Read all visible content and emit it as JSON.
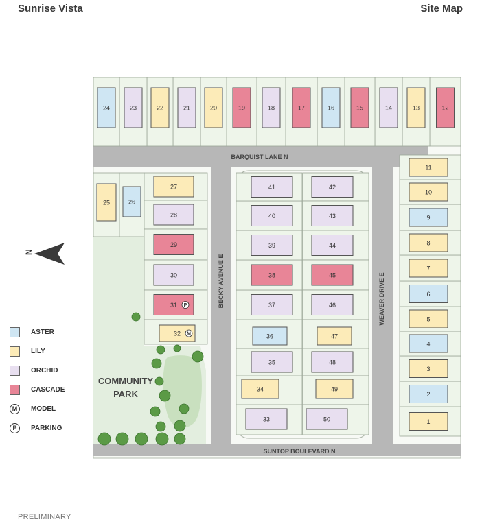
{
  "header": {
    "community": "Sunrise Vista",
    "title": "Site Map"
  },
  "footer": {
    "note": "PRELIMINARY"
  },
  "compass": {
    "letter": "N"
  },
  "streets": {
    "barquist": "BARQUIST LANE N",
    "becky": "BECKY AVENUE E",
    "weaver": "WEAVER DRIVE E",
    "suntop": "SUNTOP BOULEVARD N"
  },
  "park": {
    "line1": "COMMUNITY",
    "line2": "PARK"
  },
  "colors": {
    "aster": "#cfe6f3",
    "lily": "#fcebb8",
    "orchid": "#e8dff0",
    "cascade": "#e88597",
    "lot": "#eef5ea",
    "lot_border": "#9aa596",
    "road": "#b7b7b7",
    "park": "#d9e9d4",
    "tree": "#5b9a46"
  },
  "legend": [
    {
      "key": "aster",
      "label": "ASTER",
      "symbol": ""
    },
    {
      "key": "lily",
      "label": "LILY",
      "symbol": ""
    },
    {
      "key": "orchid",
      "label": "ORCHID",
      "symbol": ""
    },
    {
      "key": "cascade",
      "label": "CASCADE",
      "symbol": ""
    },
    {
      "key": "model",
      "label": "MODEL",
      "symbol": "M"
    },
    {
      "key": "parking",
      "label": "PARKING",
      "symbol": "P"
    }
  ],
  "lots": [
    {
      "n": "1",
      "plan": "lily"
    },
    {
      "n": "2",
      "plan": "aster"
    },
    {
      "n": "3",
      "plan": "lily"
    },
    {
      "n": "4",
      "plan": "aster"
    },
    {
      "n": "5",
      "plan": "lily"
    },
    {
      "n": "6",
      "plan": "aster"
    },
    {
      "n": "7",
      "plan": "lily"
    },
    {
      "n": "8",
      "plan": "lily"
    },
    {
      "n": "9",
      "plan": "aster"
    },
    {
      "n": "10",
      "plan": "lily"
    },
    {
      "n": "11",
      "plan": "lily"
    },
    {
      "n": "12",
      "plan": "cascade"
    },
    {
      "n": "13",
      "plan": "lily"
    },
    {
      "n": "14",
      "plan": "orchid"
    },
    {
      "n": "15",
      "plan": "cascade"
    },
    {
      "n": "16",
      "plan": "aster"
    },
    {
      "n": "17",
      "plan": "cascade"
    },
    {
      "n": "18",
      "plan": "orchid"
    },
    {
      "n": "19",
      "plan": "cascade"
    },
    {
      "n": "20",
      "plan": "lily"
    },
    {
      "n": "21",
      "plan": "orchid"
    },
    {
      "n": "22",
      "plan": "lily"
    },
    {
      "n": "23",
      "plan": "orchid"
    },
    {
      "n": "24",
      "plan": "aster"
    },
    {
      "n": "25",
      "plan": "lily"
    },
    {
      "n": "26",
      "plan": "aster"
    },
    {
      "n": "27",
      "plan": "lily"
    },
    {
      "n": "28",
      "plan": "orchid"
    },
    {
      "n": "29",
      "plan": "cascade"
    },
    {
      "n": "30",
      "plan": "orchid"
    },
    {
      "n": "31",
      "plan": "cascade",
      "badge": "P"
    },
    {
      "n": "32",
      "plan": "lily",
      "badge": "M"
    },
    {
      "n": "33",
      "plan": "orchid"
    },
    {
      "n": "34",
      "plan": "lily"
    },
    {
      "n": "35",
      "plan": "orchid"
    },
    {
      "n": "36",
      "plan": "aster"
    },
    {
      "n": "37",
      "plan": "orchid"
    },
    {
      "n": "38",
      "plan": "cascade"
    },
    {
      "n": "39",
      "plan": "orchid"
    },
    {
      "n": "40",
      "plan": "orchid"
    },
    {
      "n": "41",
      "plan": "orchid"
    },
    {
      "n": "42",
      "plan": "orchid"
    },
    {
      "n": "43",
      "plan": "orchid"
    },
    {
      "n": "44",
      "plan": "orchid"
    },
    {
      "n": "45",
      "plan": "cascade"
    },
    {
      "n": "46",
      "plan": "orchid"
    },
    {
      "n": "47",
      "plan": "lily"
    },
    {
      "n": "48",
      "plan": "orchid"
    },
    {
      "n": "49",
      "plan": "lily"
    },
    {
      "n": "50",
      "plan": "orchid"
    }
  ]
}
